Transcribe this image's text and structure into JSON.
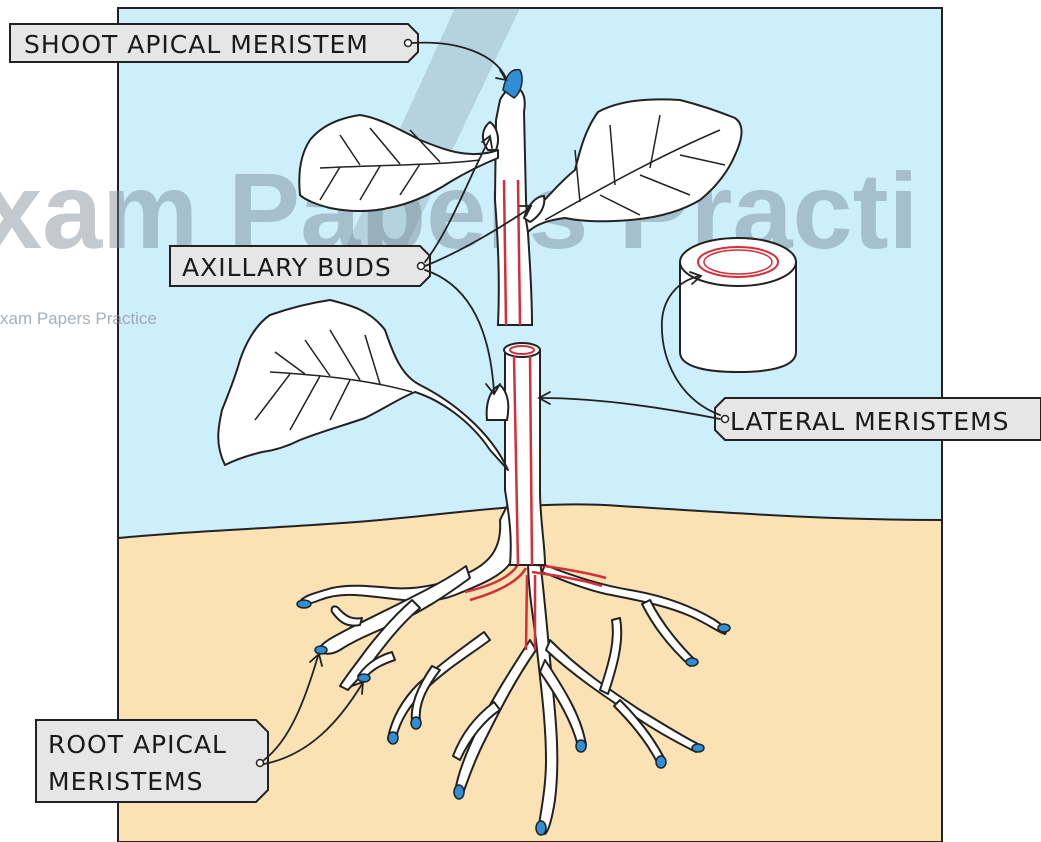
{
  "labels": {
    "shoot_apical": "SHOOT APICAL MERISTEM",
    "axillary": "AXILLARY BUDS",
    "lateral": "LATERAL MERISTEMS",
    "root_apical_line1": "ROOT APICAL",
    "root_apical_line2": "MERISTEMS"
  },
  "watermark": {
    "large": "xam Papers Practi",
    "small": "xam Papers Practice"
  },
  "colors": {
    "sky": "#cdeefb",
    "soil": "#fbe2b4",
    "meristem_tip": "#2f8fd6",
    "vascular_ring": "#d32f3a",
    "label_box": "#e6e6e6"
  }
}
